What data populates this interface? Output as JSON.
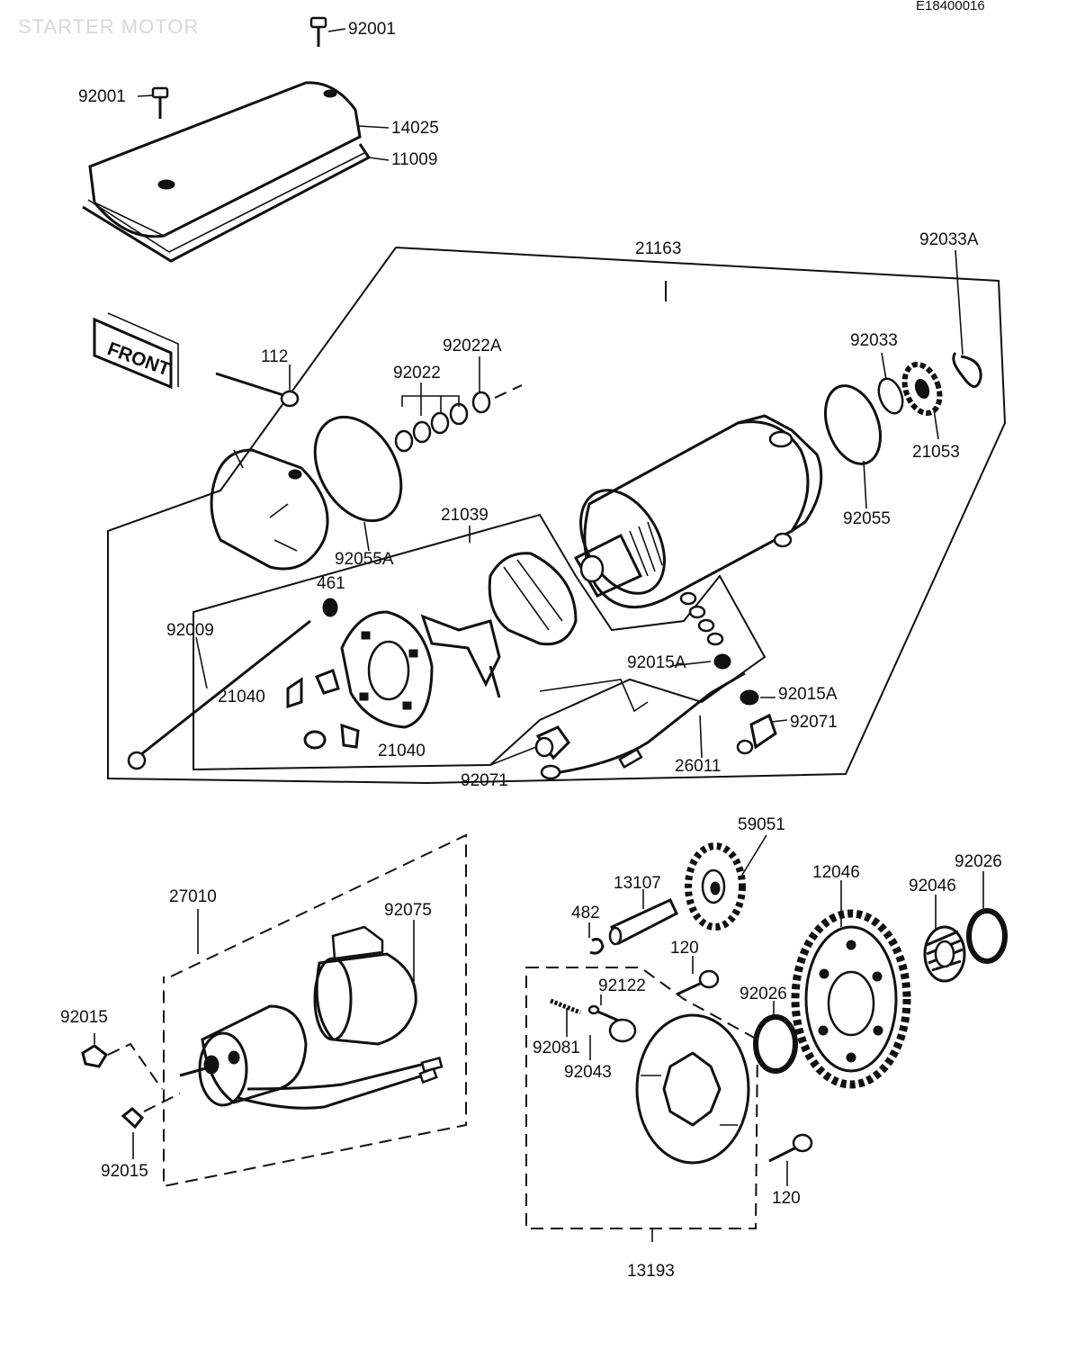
{
  "title": "STARTER MOTOR",
  "ref_code": "E18400016",
  "front_mark": "FRONT",
  "labels": {
    "p92001_top": "92001",
    "p92001_left": "92001",
    "p14025": "14025",
    "p11009": "11009",
    "p21163": "21163",
    "p112": "112",
    "p92022A": "92022A",
    "p92022": "92022",
    "p92033": "92033",
    "p92033A": "92033A",
    "p21053": "21053",
    "p92055": "92055",
    "p92055A": "92055A",
    "p21039": "21039",
    "p461": "461",
    "p92009": "92009",
    "p21040_a": "21040",
    "p21040_b": "21040",
    "p92015A_a": "92015A",
    "p92015A_b": "92015A",
    "p92071_a": "92071",
    "p92071_b": "92071",
    "p26011": "26011",
    "p59051": "59051",
    "p13107": "13107",
    "p482": "482",
    "p120_a": "120",
    "p120_b": "120",
    "p12046": "12046",
    "p92046": "92046",
    "p92026_a": "92026",
    "p92026_b": "92026",
    "p92122": "92122",
    "p92081": "92081",
    "p92043": "92043",
    "p13193": "13193",
    "p27010": "27010",
    "p92075": "92075",
    "p92015_a": "92015",
    "p92015_b": "92015"
  }
}
